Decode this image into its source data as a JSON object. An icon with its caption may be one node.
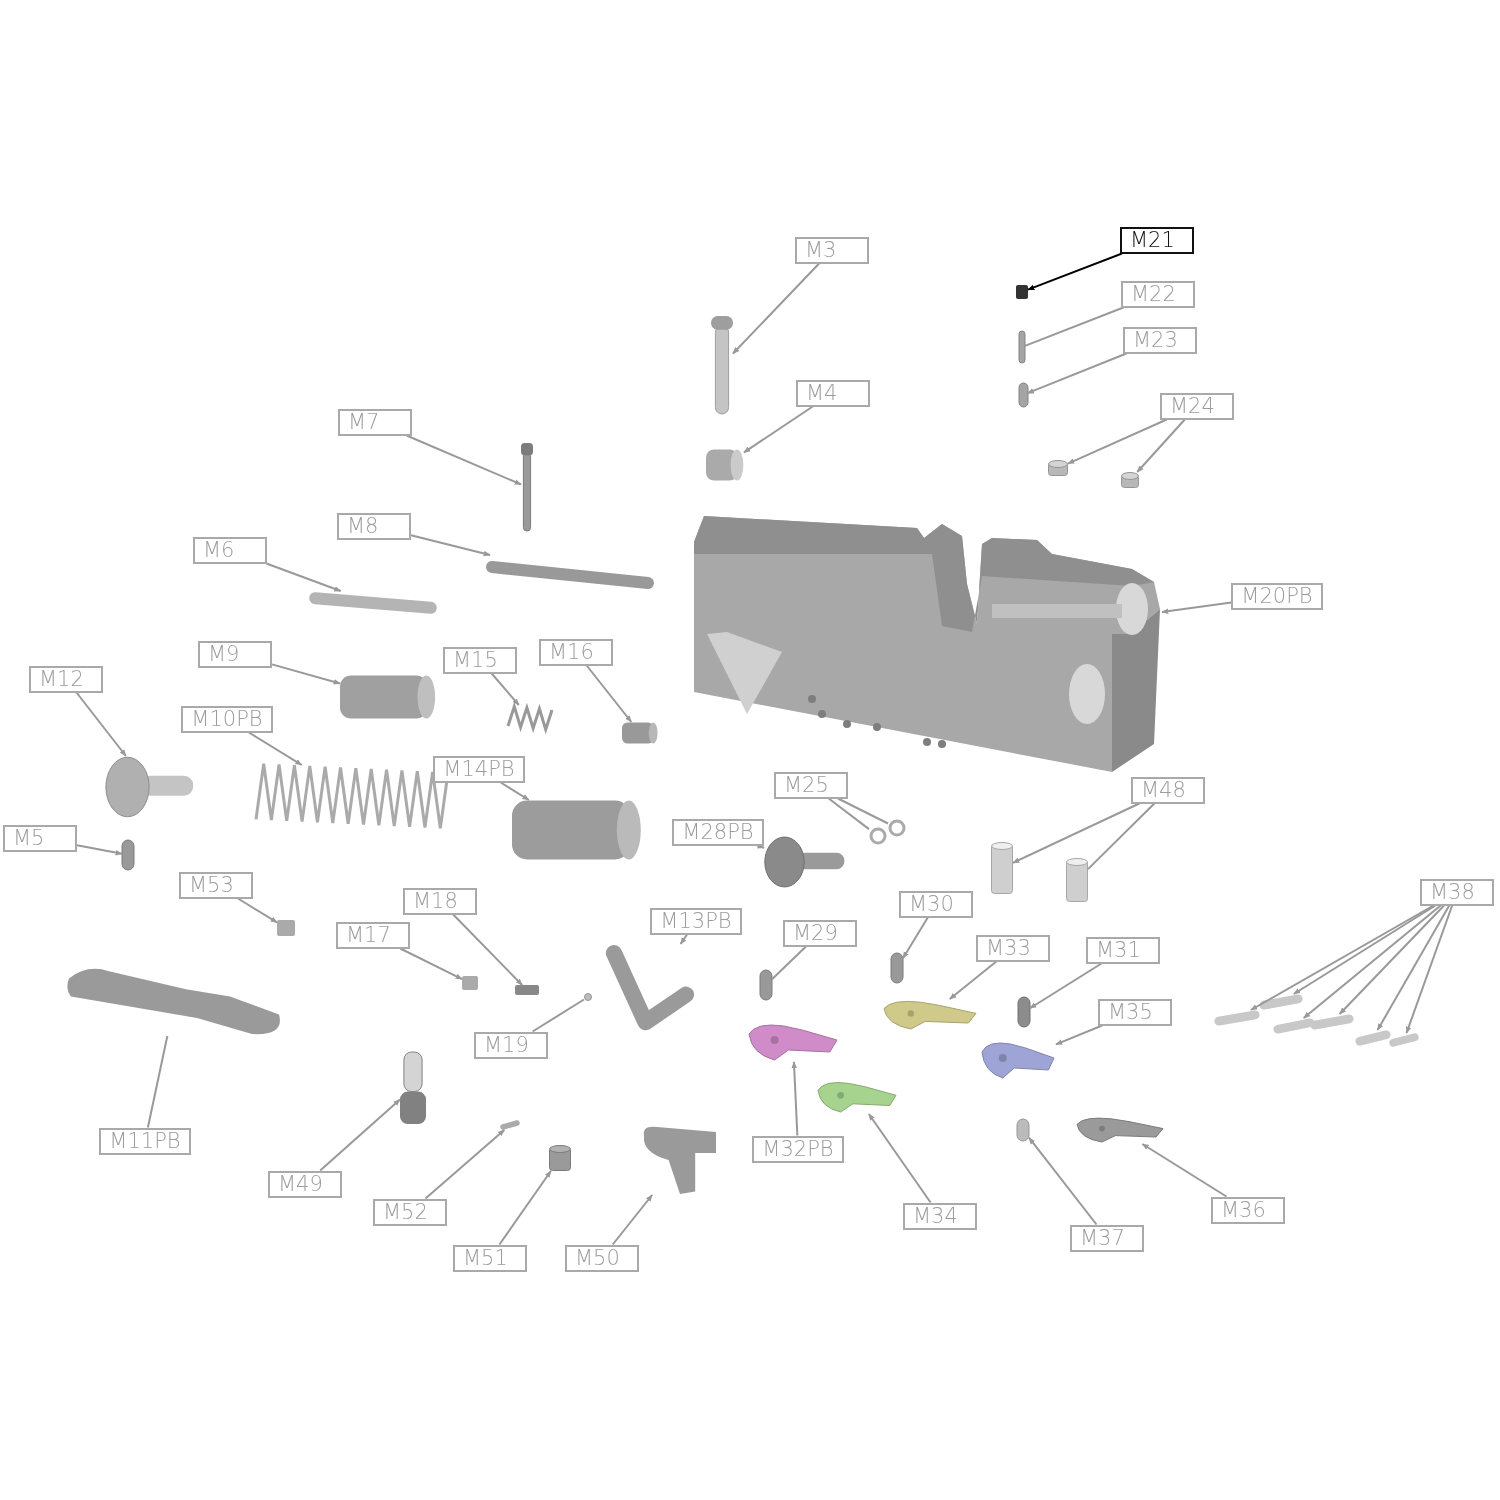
{
  "diagram": {
    "nodes": [
      {
        "text": [
          "M21"
        ]
      },
      {
        "text": [
          "M22"
        ]
      },
      {
        "text": [
          "M23"
        ]
      },
      {
        "text": [
          "M24"
        ]
      },
      {
        "text": [
          "M3"
        ]
      },
      {
        "text": [
          "M4"
        ]
      },
      {
        "text": [
          "M7"
        ]
      },
      {
        "text": [
          "M8"
        ]
      },
      {
        "text": [
          "M6"
        ]
      },
      {
        "text": [
          "M20PB"
        ]
      },
      {
        "text": [
          "M9"
        ]
      },
      {
        "text": [
          "M15"
        ]
      },
      {
        "text": [
          "M16"
        ]
      },
      {
        "text": [
          "M12"
        ]
      },
      {
        "text": [
          "M10PB"
        ]
      },
      {
        "text": [
          "M14PB"
        ]
      },
      {
        "text": [
          "M25"
        ]
      },
      {
        "text": [
          "M48"
        ]
      },
      {
        "text": [
          "M28PB"
        ]
      },
      {
        "text": [
          "M5"
        ]
      },
      {
        "text": [
          "M53"
        ]
      },
      {
        "text": [
          "M38"
        ]
      },
      {
        "text": [
          "M18"
        ]
      },
      {
        "text": [
          "M30"
        ]
      },
      {
        "text": [
          "M13PB"
        ]
      },
      {
        "text": [
          "M29"
        ]
      },
      {
        "text": [
          "M17"
        ]
      },
      {
        "text": [
          "M33"
        ]
      },
      {
        "text": [
          "M31"
        ]
      },
      {
        "text": [
          "M35"
        ]
      },
      {
        "text": [
          "M19"
        ]
      },
      {
        "text": [
          "M11PB"
        ]
      },
      {
        "text": [
          "M32PB"
        ]
      },
      {
        "text": [
          "M49"
        ]
      },
      {
        "text": [
          "M52"
        ]
      },
      {
        "text": [
          "M34"
        ]
      },
      {
        "text": [
          "M36"
        ]
      },
      {
        "text": [
          "M37"
        ]
      },
      {
        "text": [
          "M51"
        ]
      },
      {
        "text": [
          "M50"
        ]
      },
      {
        "text": [],
        "shape": "box"
      },
      {
        "text": [],
        "shape": "bar"
      },
      {
        "text": [],
        "shape": "bar"
      },
      {
        "text": [],
        "shape": "cylinder"
      },
      {
        "text": [],
        "shape": "cylinder"
      },
      {
        "text": [],
        "shape": "bar"
      },
      {
        "text": [],
        "shape": "cylinder"
      },
      {
        "text": [],
        "shape": "bar"
      },
      {
        "text": [],
        "shape": "bar"
      },
      {
        "text": [],
        "shape": "bar"
      },
      {
        "text": [],
        "shape": "picture"
      },
      {
        "text": [],
        "shape": "cylinder"
      },
      {
        "text": [],
        "shape": "picture"
      },
      {
        "text": [],
        "shape": "cylinder"
      },
      {
        "text": [],
        "shape": "picture"
      },
      {
        "text": [],
        "shape": "picture"
      },
      {
        "text": [],
        "shape": "cylinder"
      },
      {
        "text": [],
        "shape": "circle"
      },
      {
        "text": [],
        "shape": "circle"
      },
      {
        "text": [],
        "shape": "cylinder"
      },
      {
        "text": [],
        "shape": "cylinder"
      },
      {
        "text": [],
        "shape": "picture"
      },
      {
        "text": [],
        "shape": "bar"
      },
      {
        "text": [],
        "shape": "box"
      },
      {
        "text": [],
        "shape": "bar"
      },
      {
        "text": [],
        "shape": "bar"
      },
      {
        "text": [],
        "shape": "bar"
      },
      {
        "text": [],
        "shape": "bar"
      },
      {
        "text": [],
        "shape": "bar"
      },
      {
        "text": [],
        "shape": "bar"
      },
      {
        "text": [],
        "shape": "box"
      },
      {
        "text": [],
        "shape": "bar"
      },
      {
        "text": [],
        "shape": "picture"
      },
      {
        "text": [],
        "shape": "bar"
      },
      {
        "text": [],
        "shape": "box"
      },
      {
        "text": [],
        "shape": "picture"
      },
      {
        "text": [],
        "shape": "bar"
      },
      {
        "text": [],
        "shape": "picture"
      },
      {
        "text": [],
        "shape": "circle"
      },
      {
        "text": [],
        "shape": "picture"
      },
      {
        "text": [],
        "shape": "picture"
      },
      {
        "text": [],
        "shape": "picture"
      },
      {
        "text": [],
        "shape": "bar"
      },
      {
        "text": [],
        "shape": "picture"
      },
      {
        "text": [],
        "shape": "picture"
      },
      {
        "text": [],
        "shape": "bar"
      },
      {
        "text": [],
        "shape": "cylinder"
      },
      {
        "text": [],
        "shape": "picture"
      }
    ],
    "edges": [
      {
        "from": 0,
        "to": 40,
        "arrow": "to",
        "color": "#000000"
      },
      {
        "from": 1,
        "to": 41,
        "arrow": "none"
      },
      {
        "from": 2,
        "to": 42,
        "arrow": "to"
      },
      {
        "from": 3,
        "to": 43,
        "arrow": "to"
      },
      {
        "from": 3,
        "to": 44,
        "arrow": "to"
      },
      {
        "from": 4,
        "to": 45,
        "arrow": "to"
      },
      {
        "from": 5,
        "to": 46,
        "arrow": "to"
      },
      {
        "from": 6,
        "to": 47,
        "arrow": "to"
      },
      {
        "from": 7,
        "to": 48,
        "arrow": "to"
      },
      {
        "from": 8,
        "to": 49,
        "arrow": "to"
      },
      {
        "from": 9,
        "to": 50,
        "arrow": "to"
      },
      {
        "from": 10,
        "to": 51,
        "arrow": "to"
      },
      {
        "from": 11,
        "to": 52,
        "arrow": "to"
      },
      {
        "from": 12,
        "to": 53,
        "arrow": "to"
      },
      {
        "from": 13,
        "to": 54,
        "arrow": "to"
      },
      {
        "from": 14,
        "to": 55,
        "arrow": "to"
      },
      {
        "from": 15,
        "to": 56,
        "arrow": "to"
      },
      {
        "from": 16,
        "to": 57,
        "arrow": "none"
      },
      {
        "from": 16,
        "to": 58,
        "arrow": "none"
      },
      {
        "from": 17,
        "to": 59,
        "arrow": "to"
      },
      {
        "from": 17,
        "to": 60,
        "arrow": "none"
      },
      {
        "from": 18,
        "to": 61,
        "arrow": "to"
      },
      {
        "from": 19,
        "to": 62,
        "arrow": "to"
      },
      {
        "from": 20,
        "to": 63,
        "arrow": "to"
      },
      {
        "from": 21,
        "to": 64,
        "arrow": "to"
      },
      {
        "from": 21,
        "to": 65,
        "arrow": "to"
      },
      {
        "from": 21,
        "to": 66,
        "arrow": "to"
      },
      {
        "from": 21,
        "to": 67,
        "arrow": "to"
      },
      {
        "from": 21,
        "to": 68,
        "arrow": "to"
      },
      {
        "from": 21,
        "to": 69,
        "arrow": "to"
      },
      {
        "from": 22,
        "to": 70,
        "arrow": "to"
      },
      {
        "from": 23,
        "to": 71,
        "arrow": "to"
      },
      {
        "from": 24,
        "to": 72,
        "arrow": "to"
      },
      {
        "from": 25,
        "to": 73,
        "arrow": "none"
      },
      {
        "from": 26,
        "to": 74,
        "arrow": "to"
      },
      {
        "from": 27,
        "to": 75,
        "arrow": "to"
      },
      {
        "from": 28,
        "to": 76,
        "arrow": "to"
      },
      {
        "from": 29,
        "to": 77,
        "arrow": "to"
      },
      {
        "from": 30,
        "to": 78,
        "arrow": "none"
      },
      {
        "from": 31,
        "to": 79,
        "arrow": "none"
      },
      {
        "from": 32,
        "to": 80,
        "arrow": "to"
      },
      {
        "from": 33,
        "to": 81,
        "arrow": "to"
      },
      {
        "from": 34,
        "to": 82,
        "arrow": "to"
      },
      {
        "from": 35,
        "to": 83,
        "arrow": "to"
      },
      {
        "from": 36,
        "to": 84,
        "arrow": "to"
      },
      {
        "from": 37,
        "to": 85,
        "arrow": "to"
      },
      {
        "from": 38,
        "to": 86,
        "arrow": "to"
      },
      {
        "from": 39,
        "to": 87,
        "arrow": "to"
      }
    ]
  }
}
